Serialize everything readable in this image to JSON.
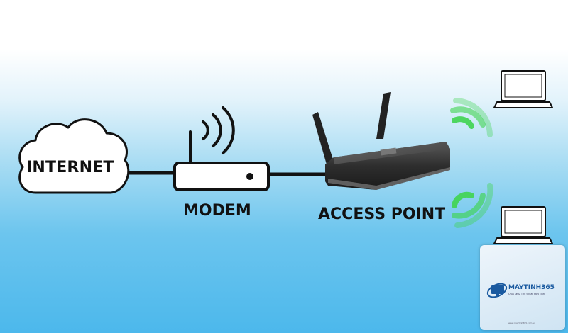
{
  "nodes": {
    "internet": {
      "label": "INTERNET"
    },
    "modem": {
      "label": "MODEM"
    },
    "access_point": {
      "label": "ACCESS POINT"
    }
  },
  "watermark": {
    "brand": "MAYTINH365",
    "tagline": "Chia sẻ & Thủ thuật Máy tính",
    "footer": "www.maytinh365.com.vn"
  },
  "colors": {
    "outline": "#111111",
    "wifi_green": "#3fd44f",
    "sky_blue": "#4cb8ec",
    "brand_blue": "#1a5aa0"
  }
}
